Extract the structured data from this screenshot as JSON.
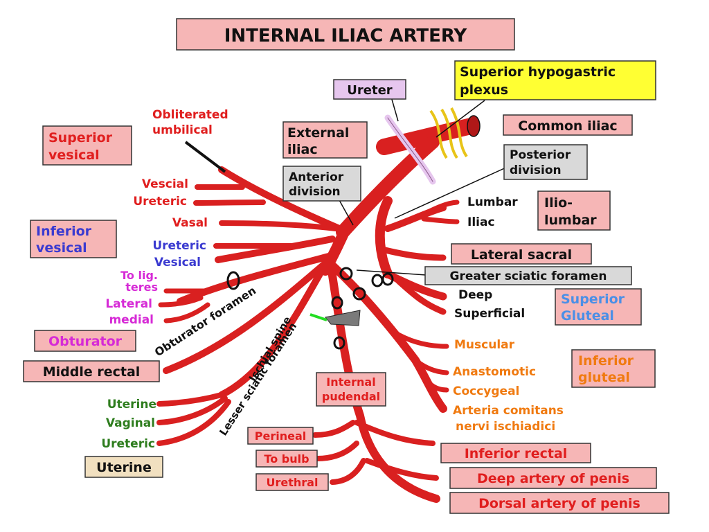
{
  "title": "INTERNAL ILIAC ARTERY",
  "colors": {
    "artery": "#d92020",
    "box_pink": "#f6b6b6",
    "box_gray": "#d9d9d9",
    "box_yellow": "#ffff33",
    "box_lilac": "#e6c6ee",
    "box_tan": "#f1e0c0",
    "text_red": "#e01e1e",
    "text_blue": "#3a3ad0",
    "text_magenta": "#d62ad6",
    "text_green": "#2e7d1e",
    "text_orange": "#f07a10",
    "text_lightblue": "#4b8fe6",
    "text_black": "#111111"
  },
  "labels": {
    "superior_hypogastric_plexus": [
      "Superior hypogastric",
      "plexus"
    ],
    "ureter": "Ureter",
    "common_iliac": "Common iliac",
    "external_iliac": [
      "External",
      "iliac"
    ],
    "posterior_division": [
      "Posterior",
      "division"
    ],
    "anterior_division": [
      "Anterior",
      "division"
    ],
    "obliterated_umbilical": [
      "Obliterated",
      "umbilical"
    ],
    "superior_vesical": [
      "Superior",
      "vesical"
    ],
    "vescial": "Vescial",
    "ureteric_upper": "Ureteric",
    "vasal": "Vasal",
    "inferior_vesical": [
      "Inferior",
      "vesical"
    ],
    "ureteric_blue": "Ureteric",
    "vesical_blue": "Vesical",
    "to_lig_teres": [
      "To lig.",
      "teres"
    ],
    "lateral": "Lateral",
    "medial": "medial",
    "obturator": "Obturator",
    "obturator_foramen": "Obturator foramen",
    "middle_rectal": "Middle rectal",
    "ischial_spine": "Ischial spine",
    "lesser_sciatic_foramen": "Lesser sciatic foramen",
    "uterine_branch": "Uterine",
    "vaginal": "Vaginal",
    "ureteric_green": "Ureteric",
    "uterine_box": "Uterine",
    "lumbar": "Lumbar",
    "iliac": "Iliac",
    "iliolumbar": [
      "Ilio-",
      "lumbar"
    ],
    "lateral_sacral": "Lateral sacral",
    "greater_sciatic_foramen": "Greater sciatic foramen",
    "deep": "Deep",
    "superficial": "Superficial",
    "superior_gluteal": [
      "Superior",
      "Gluteal"
    ],
    "muscular": "Muscular",
    "anastomotic": "Anastomotic",
    "coccygeal": "Coccygeal",
    "arteria_comitans": [
      "Arteria comitans",
      "nervi ischiadici"
    ],
    "inferior_gluteal": [
      "Inferior",
      "gluteal"
    ],
    "internal_pudendal": [
      "Internal",
      "pudendal"
    ],
    "perineal": "Perineal",
    "to_bulb": "To bulb",
    "urethral": "Urethral",
    "inferior_rectal": "Inferior rectal",
    "deep_artery_of_penis": "Deep artery of penis",
    "dorsal_artery_of_penis": "Dorsal artery of penis"
  }
}
